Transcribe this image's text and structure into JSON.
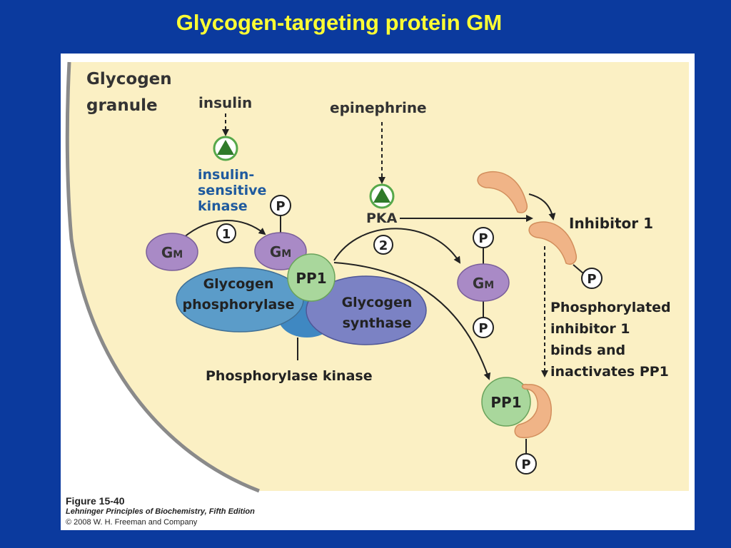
{
  "slide_title": "Glycogen-targeting protein GM",
  "diagram": {
    "granule_label_line1": "Glycogen",
    "granule_label_line2": "granule",
    "insulin": "insulin",
    "insulin_kinase_line1": "insulin-",
    "insulin_kinase_line2": "sensitive",
    "insulin_kinase_line3": "kinase",
    "epinephrine": "epinephrine",
    "pka": "PKA",
    "step1": "1",
    "step2": "2",
    "gm_main": "G",
    "gm_sub": "M",
    "phospho_p": "P",
    "pp1": "PP1",
    "glycogen_phosphorylase_line1": "Glycogen",
    "glycogen_phosphorylase_line2": "phosphorylase",
    "glycogen_synthase_line1": "Glycogen",
    "glycogen_synthase_line2": "synthase",
    "phosphorylase_kinase": "Phosphorylase kinase",
    "inhibitor1": "Inhibitor 1",
    "phosphorylated_note_line1": "Phosphorylated",
    "phosphorylated_note_line2": "inhibitor 1",
    "phosphorylated_note_line3": "binds and",
    "phosphorylated_note_line4": "inactivates PP1"
  },
  "caption": {
    "figure": "Figure 15-40",
    "book": "Lehninger Principles of Biochemistry, Fifth Edition",
    "copyright": "© 2008 W. H. Freeman and Company"
  },
  "colors": {
    "background": "#0b3a9e",
    "title": "#ffff33",
    "granule": "#fbf0c4",
    "gm": "#a98ac6",
    "pp1": "#a9d79c",
    "phosphorylase": "#5b9cc9",
    "synthase": "#7b82c4",
    "kinase": "#3f88c2",
    "inhibitor": "#f0b487",
    "receptor": "#56a84a",
    "blue_text": "#1f5a9e"
  }
}
